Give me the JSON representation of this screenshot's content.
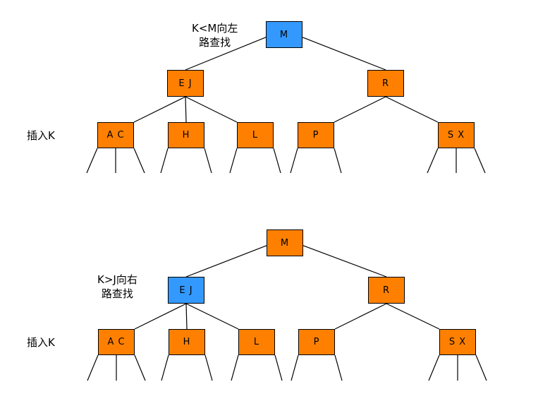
{
  "colors": {
    "highlight": "#3399ff",
    "node": "#ff8000",
    "edge": "#000000"
  },
  "diagrams": [
    {
      "note": {
        "line1": "K<M向左",
        "line2": "路查找"
      },
      "insert_label": "插入K",
      "nodes": [
        {
          "id": "M",
          "label": "M",
          "highlight": true
        },
        {
          "id": "EJ",
          "label": "E J",
          "highlight": false
        },
        {
          "id": "R",
          "label": "R",
          "highlight": false
        },
        {
          "id": "AC",
          "label": "A C",
          "highlight": false
        },
        {
          "id": "H",
          "label": "H",
          "highlight": false
        },
        {
          "id": "L",
          "label": "L",
          "highlight": false
        },
        {
          "id": "P",
          "label": "P",
          "highlight": false
        },
        {
          "id": "SX",
          "label": "S X",
          "highlight": false
        }
      ]
    },
    {
      "note": {
        "line1": "K>J向右",
        "line2": "路查找"
      },
      "insert_label": "插入K",
      "nodes": [
        {
          "id": "M",
          "label": "M",
          "highlight": false
        },
        {
          "id": "EJ",
          "label": "E J",
          "highlight": true
        },
        {
          "id": "R",
          "label": "R",
          "highlight": false
        },
        {
          "id": "AC",
          "label": "A C",
          "highlight": false
        },
        {
          "id": "H",
          "label": "H",
          "highlight": false
        },
        {
          "id": "L",
          "label": "L",
          "highlight": false
        },
        {
          "id": "P",
          "label": "P",
          "highlight": false
        },
        {
          "id": "SX",
          "label": "S X",
          "highlight": false
        }
      ]
    }
  ]
}
